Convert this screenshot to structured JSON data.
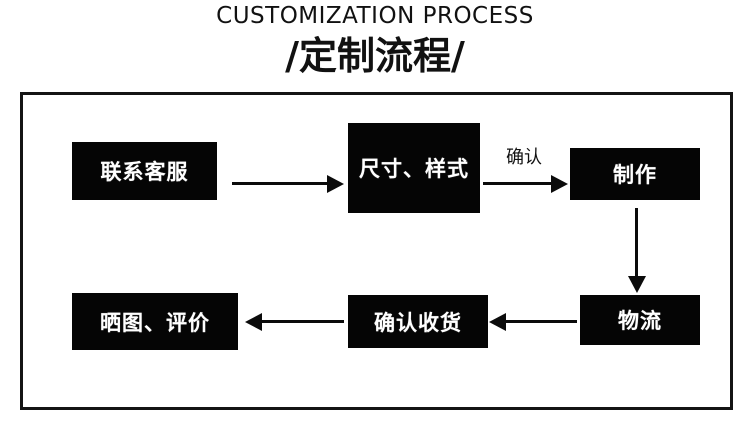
{
  "header": {
    "title_en": "CUSTOMIZATION PROCESS",
    "title_cn": "/定制流程/"
  },
  "flow": {
    "nodes": [
      {
        "id": "contact",
        "label": "联系客服"
      },
      {
        "id": "spec",
        "label": "尺寸、样式"
      },
      {
        "id": "produce",
        "label": "制作"
      },
      {
        "id": "logistics",
        "label": "物流"
      },
      {
        "id": "receipt",
        "label": "确认收货"
      },
      {
        "id": "review",
        "label": "晒图、评价"
      }
    ],
    "connectors": [
      {
        "id": "arrow1",
        "from": "contact",
        "to": "spec",
        "direction": "right",
        "label": ""
      },
      {
        "id": "arrow2",
        "from": "spec",
        "to": "produce",
        "direction": "right",
        "label": "确认"
      },
      {
        "id": "arrow3",
        "from": "produce",
        "to": "logistics",
        "direction": "down",
        "label": ""
      },
      {
        "id": "arrow4",
        "from": "logistics",
        "to": "receipt",
        "direction": "left",
        "label": ""
      },
      {
        "id": "arrow5",
        "from": "receipt",
        "to": "review",
        "direction": "left",
        "label": ""
      }
    ]
  },
  "colors": {
    "background": "#ffffff",
    "node_fill": "#050505",
    "node_text": "#ffffff",
    "frame_border": "#141414",
    "arrow": "#0b0b0b",
    "title_text": "#111111"
  }
}
